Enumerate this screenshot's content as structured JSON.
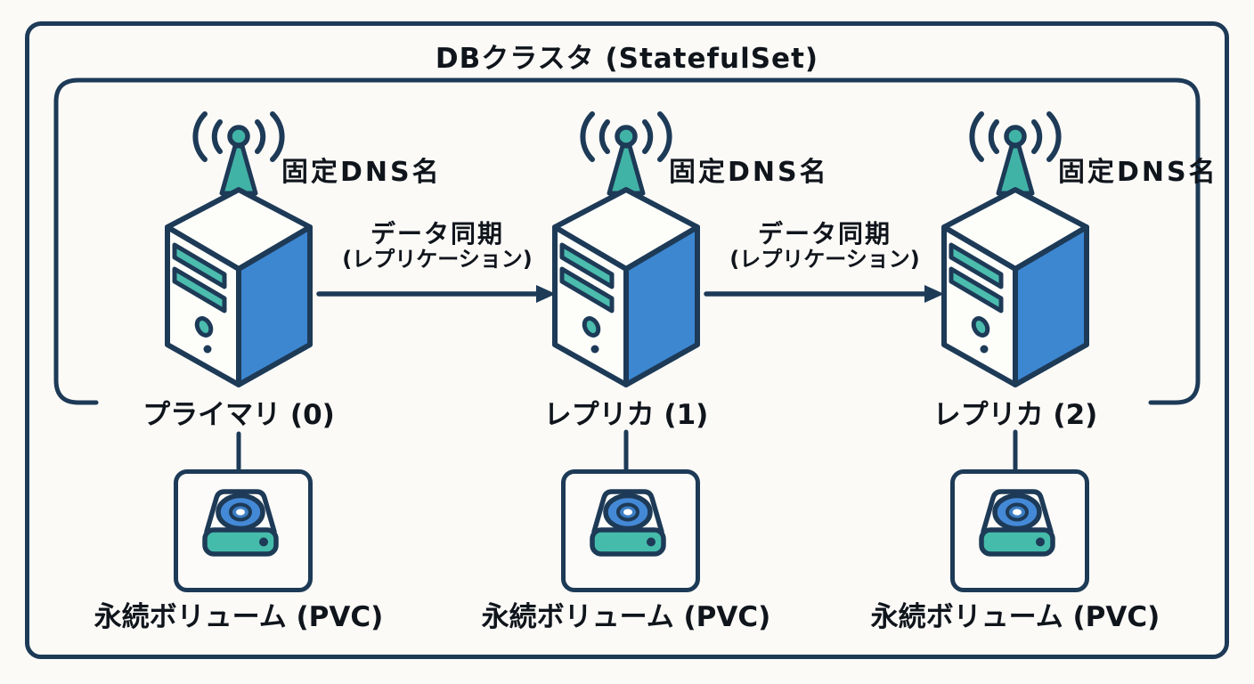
{
  "title": "DBクラスタ (StatefulSet)",
  "colors": {
    "outline_navy": "#1d3a57",
    "server_side_blue": "#3d87d1",
    "slot_teal": "#4bbcae",
    "antenna_teal": "#41b3a6",
    "disk_platter_blue": "#4489d6",
    "disk_hub_blue": "#3d7fc6",
    "background": "#fbfaf7",
    "text": "#10151c"
  },
  "nodes": [
    {
      "id": "primary-0",
      "label": "プライマリ (0)",
      "dns_label": "固定DNS名",
      "pvc_label": "永続ボリューム (PVC)",
      "icons": [
        "antenna-icon",
        "server-icon",
        "disk-icon"
      ]
    },
    {
      "id": "replica-1",
      "label": "レプリカ (1)",
      "dns_label": "固定DNS名",
      "pvc_label": "永続ボリューム (PVC)",
      "icons": [
        "antenna-icon",
        "server-icon",
        "disk-icon"
      ]
    },
    {
      "id": "replica-2",
      "label": "レプリカ (2)",
      "dns_label": "固定DNS名",
      "pvc_label": "永続ボリューム (PVC)",
      "icons": [
        "antenna-icon",
        "server-icon",
        "disk-icon"
      ]
    }
  ],
  "arrows": [
    {
      "from": "primary-0",
      "to": "replica-1",
      "label_line1": "データ同期",
      "label_line2": "(レプリケーション)"
    },
    {
      "from": "replica-1",
      "to": "replica-2",
      "label_line1": "データ同期",
      "label_line2": "(レプリケーション)"
    }
  ]
}
